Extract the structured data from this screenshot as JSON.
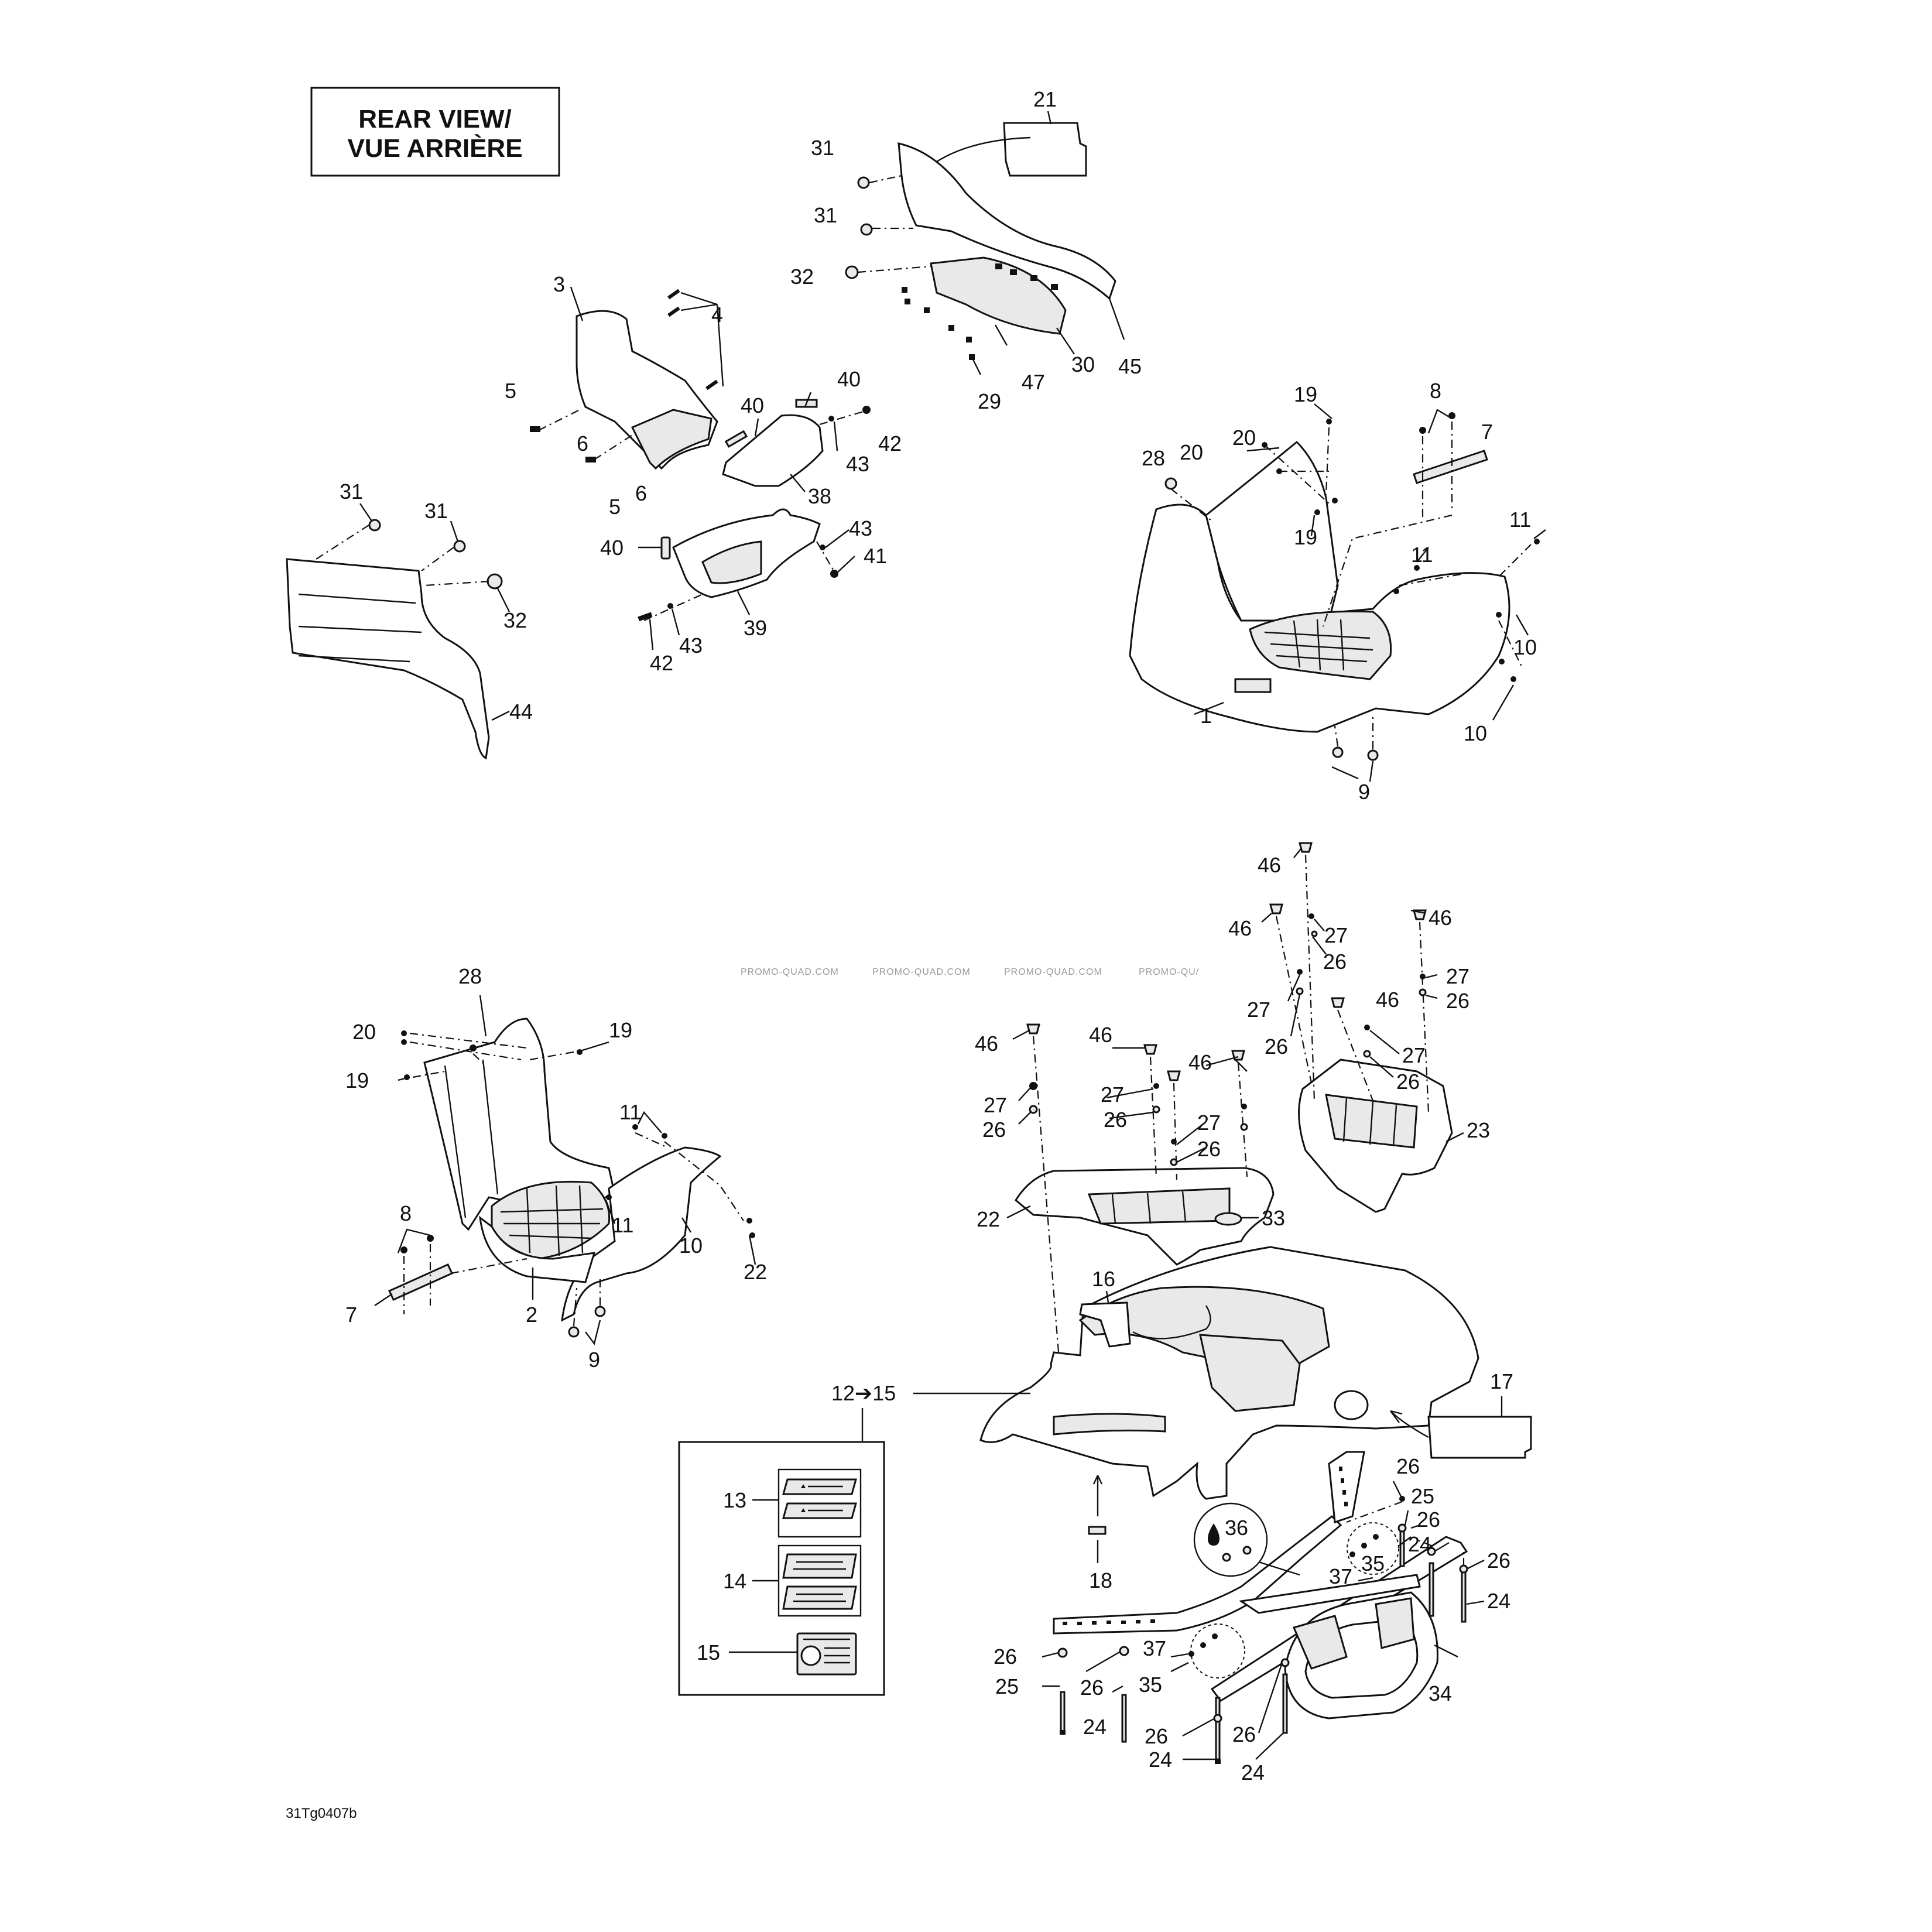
{
  "title": {
    "line1": "REAR VIEW/",
    "line2": "VUE ARRIÈRE"
  },
  "diagram_code": "31Tg0407b",
  "watermark": {
    "text": "PROMO-QUAD.COM",
    "text_cut": "PROMO-QU/"
  },
  "inset": {
    "range_label": "12➔15",
    "labels": [
      "13",
      "14",
      "15"
    ]
  },
  "callouts": {
    "top_fender": [
      "21",
      "31",
      "31",
      "32",
      "45",
      "30",
      "47",
      "29"
    ],
    "center_bracket": [
      "3",
      "4",
      "5",
      "6",
      "5",
      "6",
      "40",
      "40",
      "42",
      "43",
      "38"
    ],
    "lower_guard": [
      "40",
      "43",
      "41",
      "39",
      "42",
      "43"
    ],
    "left_panel": [
      "31",
      "31",
      "32",
      "44"
    ],
    "right_footwell": [
      "19",
      "8",
      "7",
      "28",
      "20",
      "20",
      "19",
      "11",
      "11",
      "10",
      "10",
      "1",
      "9"
    ],
    "left_footwell": [
      "28",
      "20",
      "19",
      "19",
      "11",
      "11",
      "10",
      "22",
      "8",
      "7",
      "2",
      "9"
    ],
    "rear_rack": [
      "46",
      "46",
      "27",
      "26",
      "46",
      "27",
      "26",
      "27",
      "46",
      "26",
      "46",
      "27",
      "26",
      "46",
      "27",
      "26",
      "27",
      "26",
      "46",
      "27",
      "26",
      "23",
      "22",
      "33"
    ],
    "rear_body": [
      "16",
      "17",
      "18"
    ],
    "rear_frame": [
      "26",
      "25",
      "26",
      "24",
      "26",
      "24",
      "36",
      "35",
      "37",
      "37",
      "35",
      "26",
      "25",
      "26",
      "24",
      "26",
      "24",
      "26",
      "24",
      "34"
    ]
  }
}
